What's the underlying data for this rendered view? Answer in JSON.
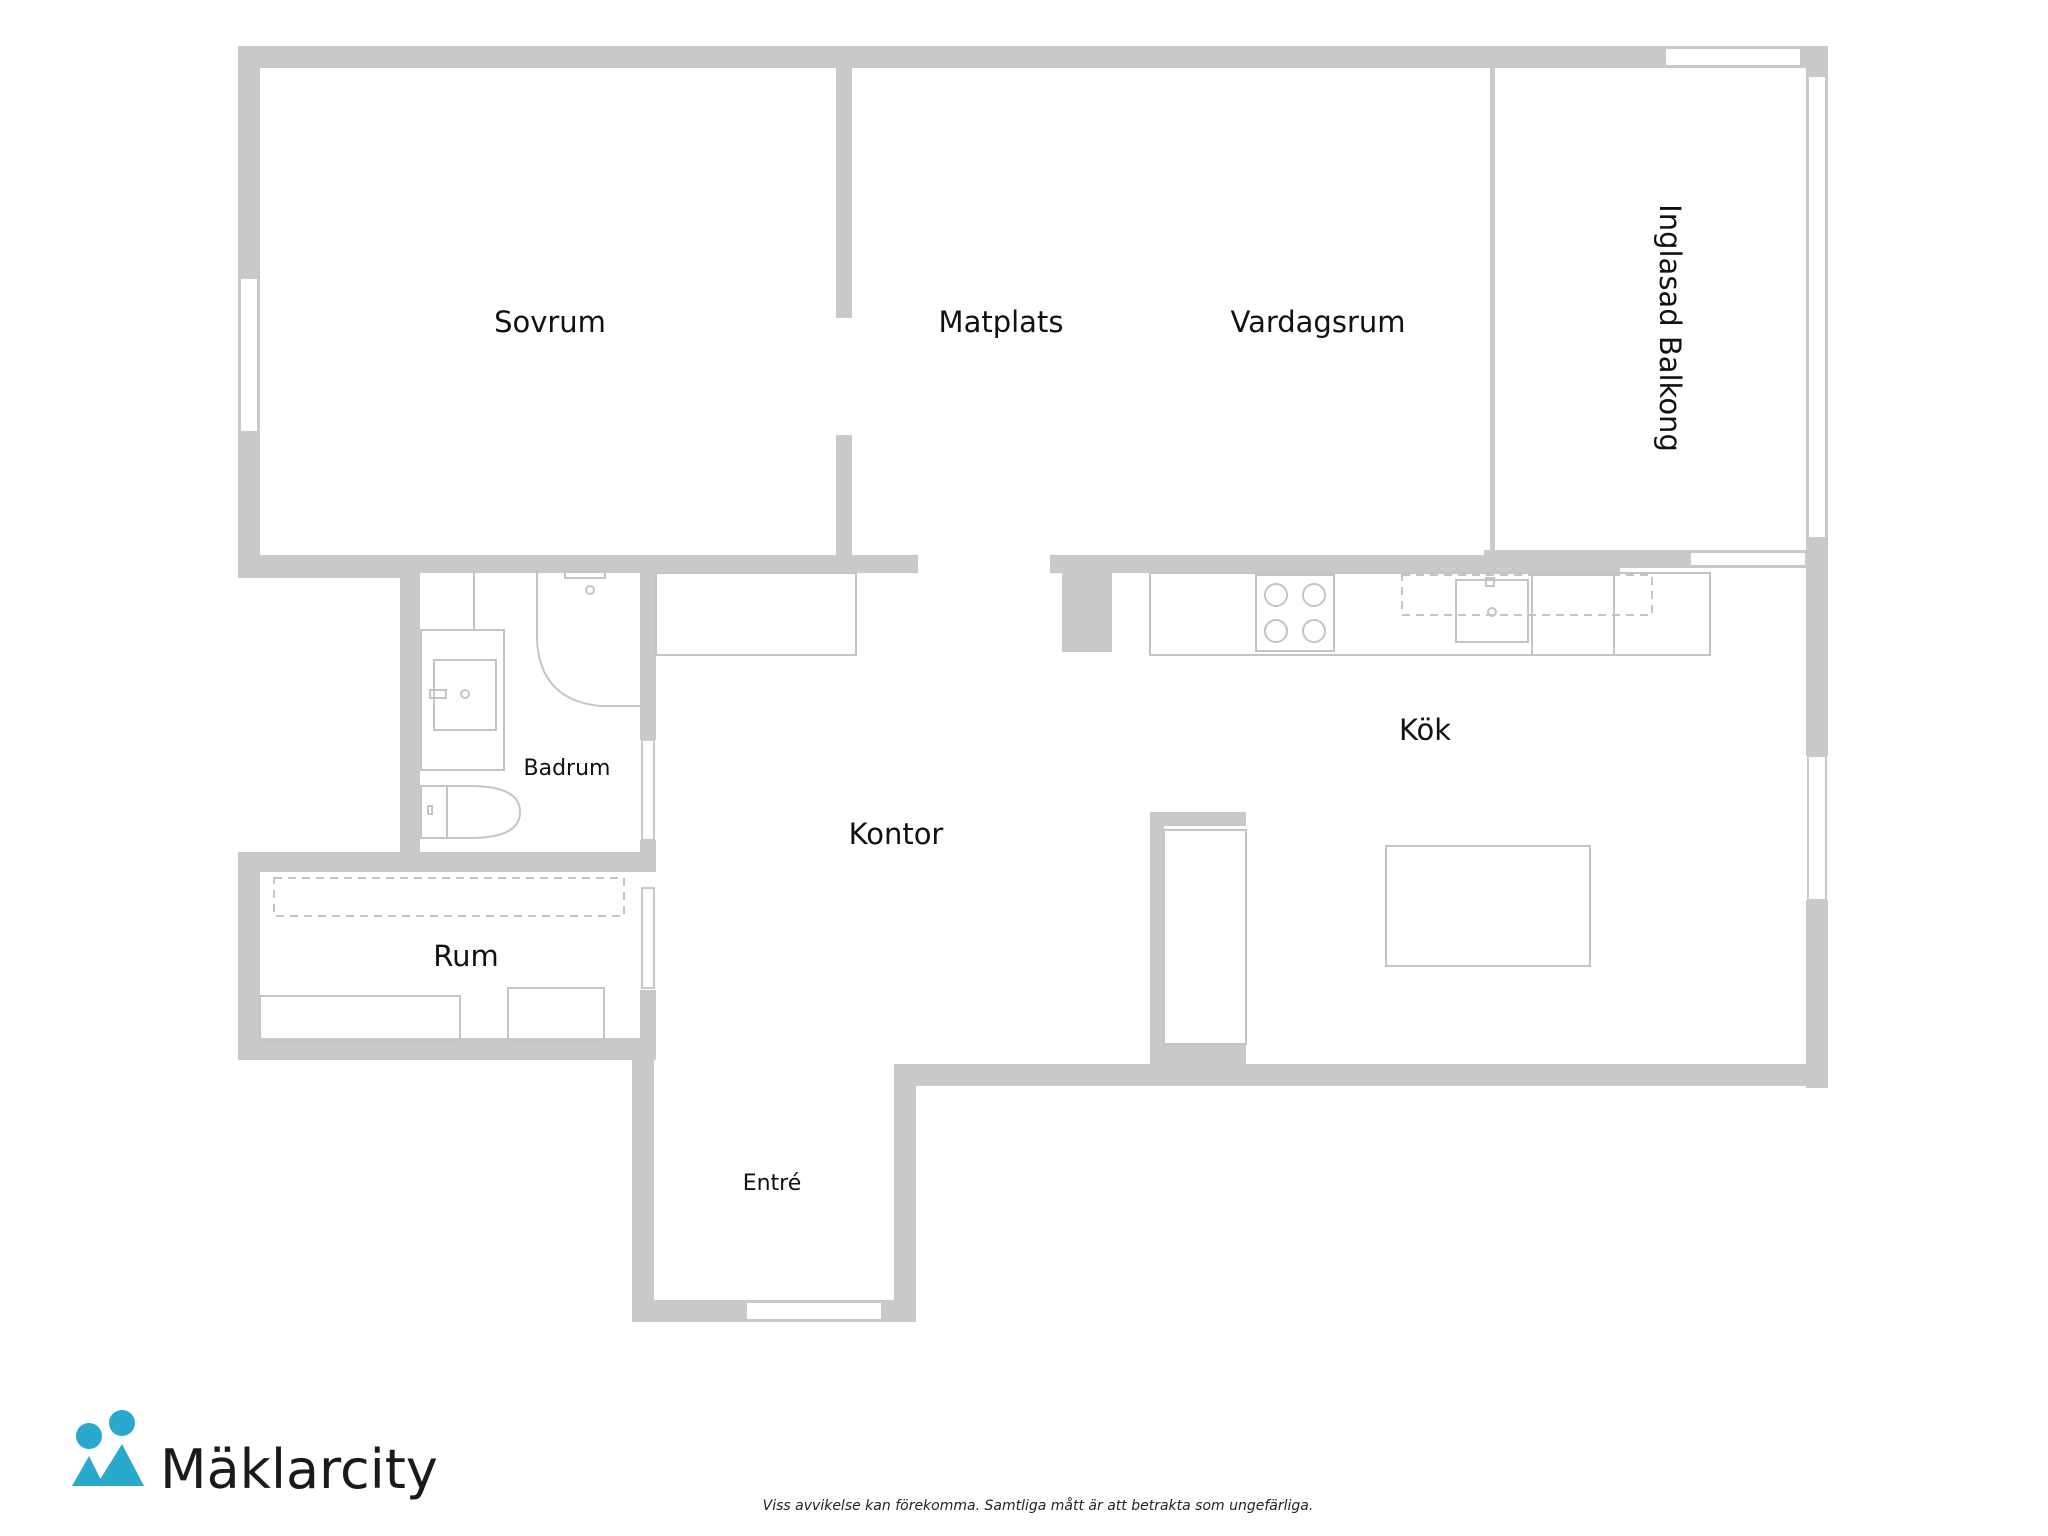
{
  "rooms": {
    "sovrum": "Sovrum",
    "matplats": "Matplats",
    "vardagsrum": "Vardagsrum",
    "balkong": "Inglasad Balkong",
    "badrum": "Badrum",
    "kok": "Kök",
    "kontor": "Kontor",
    "rum": "Rum",
    "entre": "Entré"
  },
  "footer": {
    "brand_name": "Mäklarcity",
    "disclaimer": "Viss avvikelse kan förekomma. Samtliga mått är att betrakta som ungefärliga."
  },
  "colors": {
    "wall": "#c9c9c9",
    "fixture": "#bdbdbd",
    "brand": "#29a9cc"
  }
}
